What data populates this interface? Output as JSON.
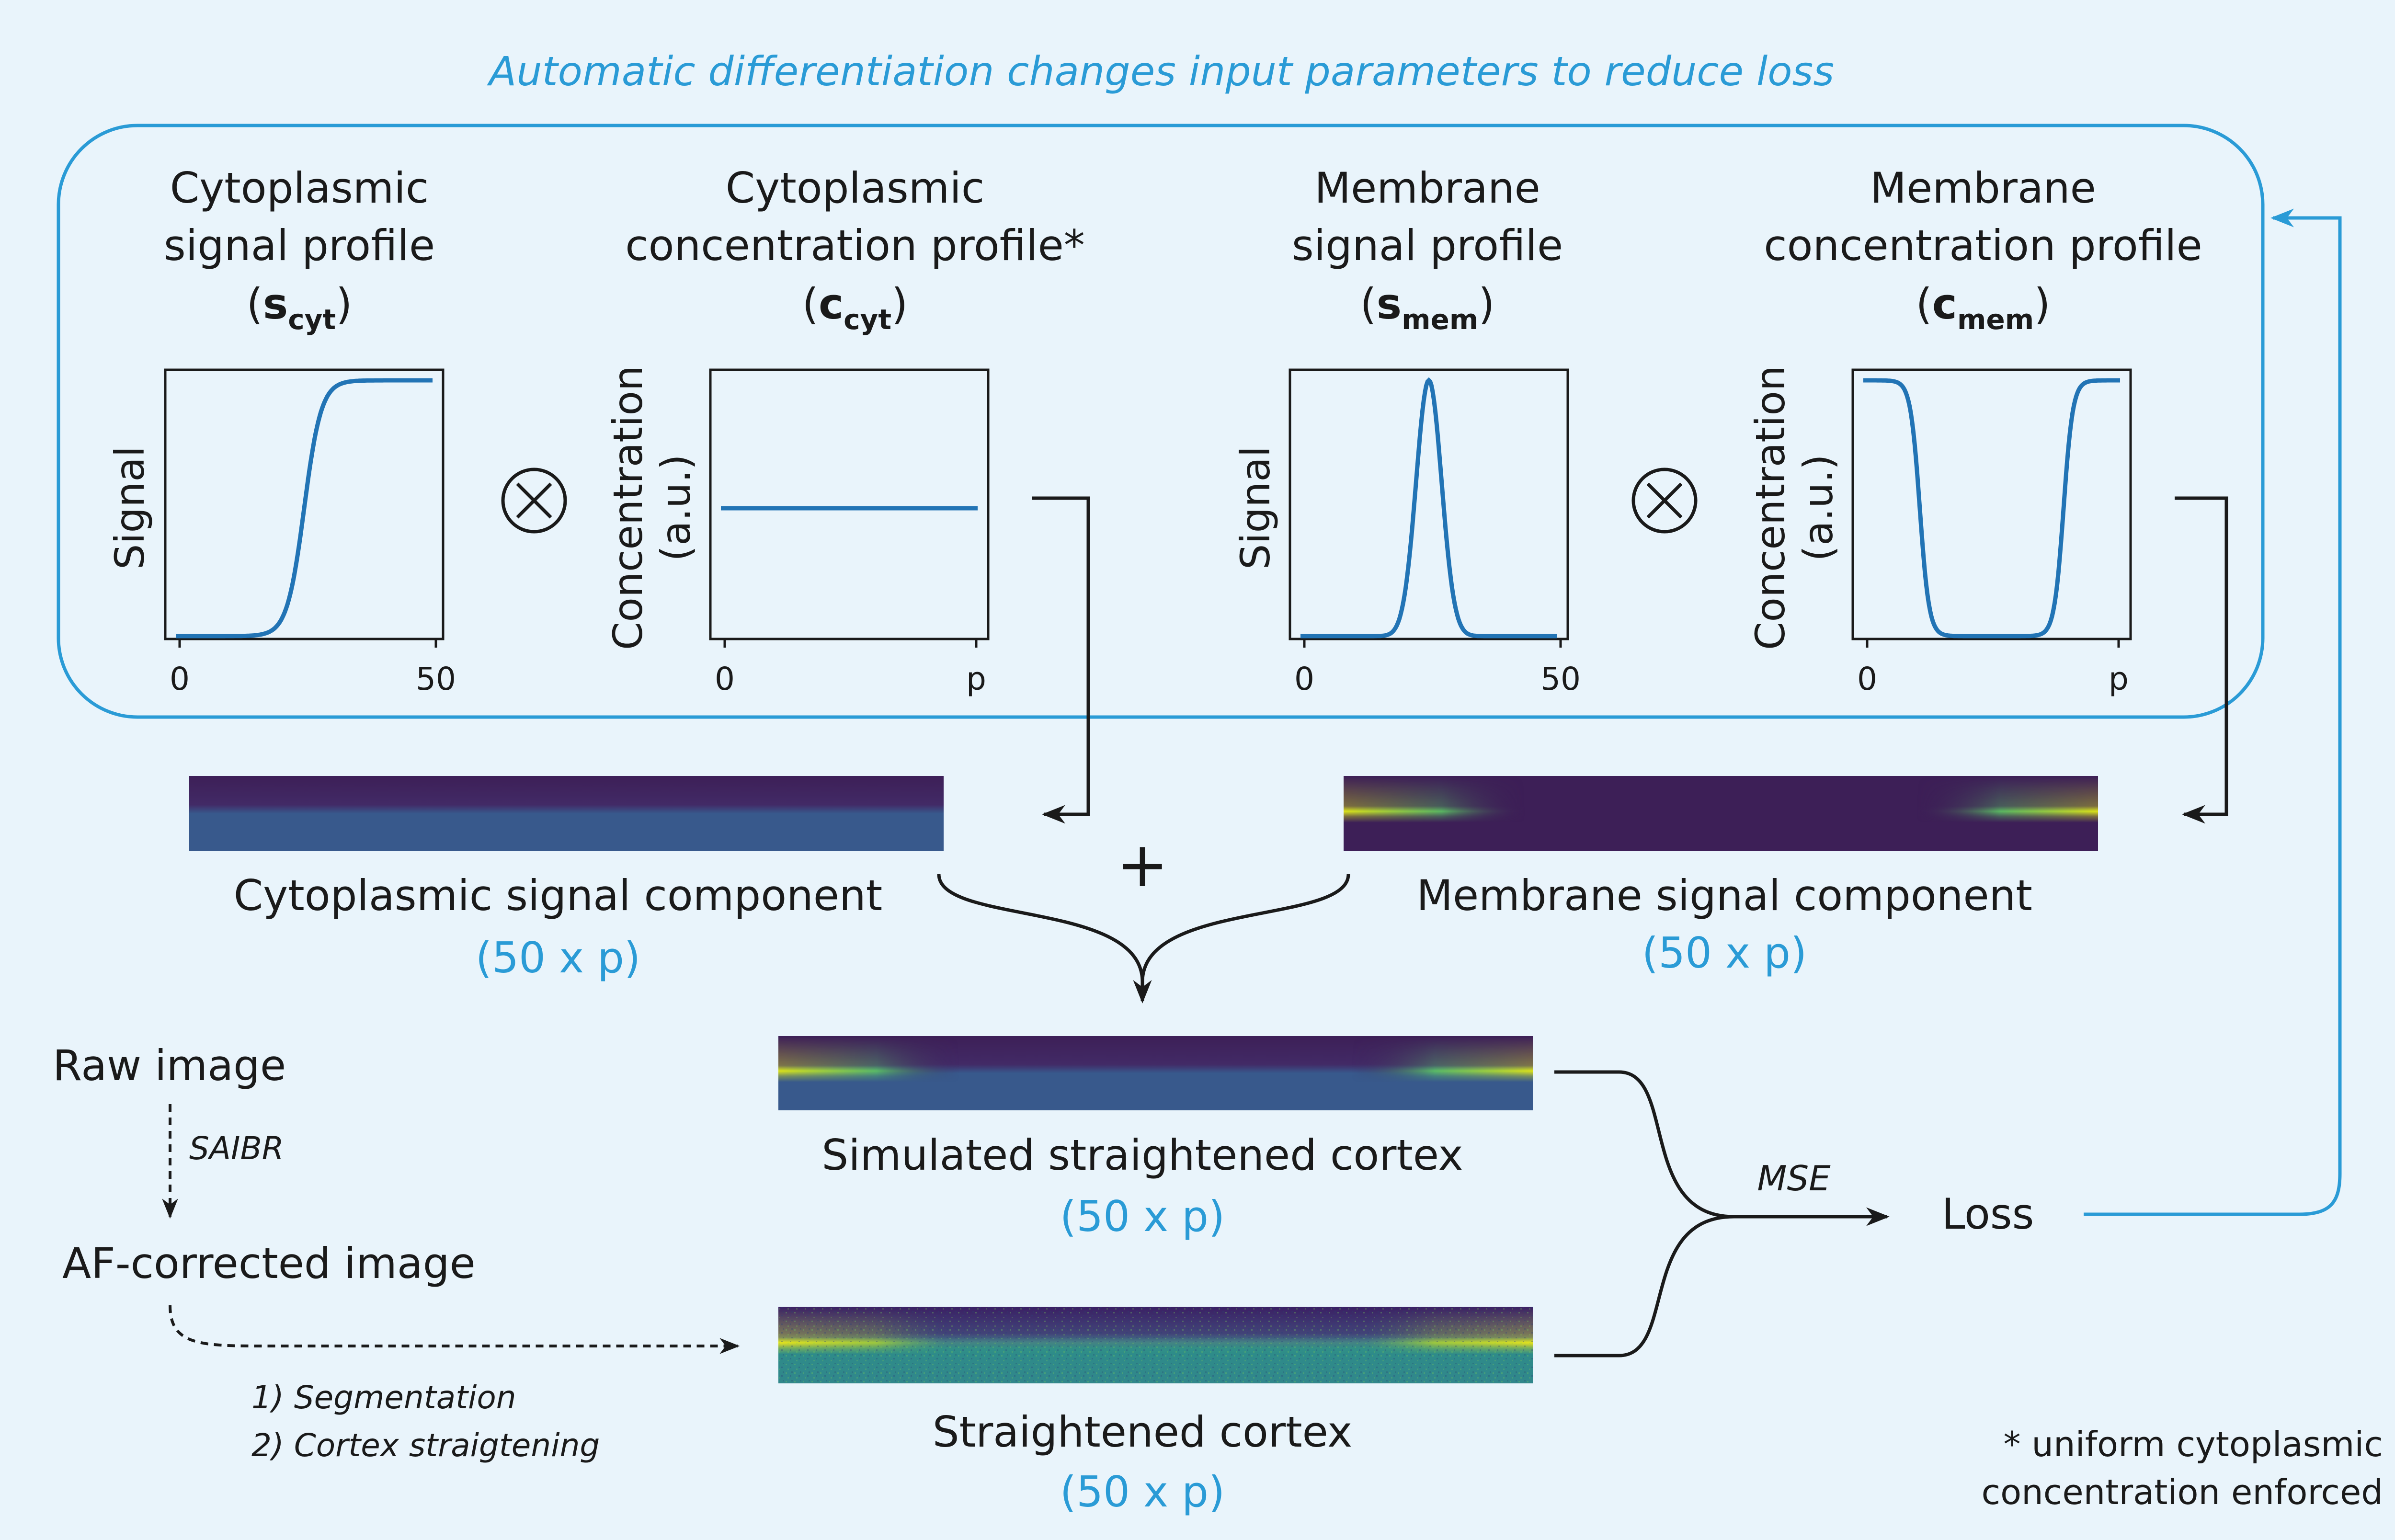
{
  "colors": {
    "background": "#e9f4fb",
    "accent_blue": "#2a9bd6",
    "plot_line": "#2274b5",
    "text": "#1a1a1a",
    "viridis_dark": "#3d1f57",
    "viridis_mid": "#38598c",
    "viridis_bright": "#dde319"
  },
  "header": {
    "title": "Automatic differentiation changes input parameters to reduce loss"
  },
  "panels": [
    {
      "title_line1": "Cytoplasmic",
      "title_line2": "signal profile",
      "symbol": "s",
      "subscript": "cyt",
      "ylabel": "Signal",
      "ylabel2": "",
      "x_min_label": "0",
      "x_max_label": "50",
      "curve": "sigmoid-rise"
    },
    {
      "title_line1": "Cytoplasmic",
      "title_line2": "concentration profile*",
      "symbol": "c",
      "subscript": "cyt",
      "ylabel": "Concentration",
      "ylabel2": "(a.u.)",
      "x_min_label": "0",
      "x_max_label": "p",
      "curve": "flat"
    },
    {
      "title_line1": "Membrane",
      "title_line2": "signal profile",
      "symbol": "s",
      "subscript": "mem",
      "ylabel": "Signal",
      "ylabel2": "",
      "x_min_label": "0",
      "x_max_label": "50",
      "curve": "gaussian-peak"
    },
    {
      "title_line1": "Membrane",
      "title_line2": "concentration profile",
      "symbol": "c",
      "subscript": "mem",
      "ylabel": "Concentration",
      "ylabel2": "(a.u.)",
      "x_min_label": "0",
      "x_max_label": "p",
      "curve": "well"
    }
  ],
  "operators": {
    "multiply": "⊗",
    "add": "+"
  },
  "components": {
    "cytoplasmic": {
      "label": "Cytoplasmic signal component",
      "size": "(50 x p)"
    },
    "membrane": {
      "label": "Membrane signal component",
      "size": "(50 x p)"
    },
    "simulated": {
      "label": "Simulated straightened cortex",
      "size": "(50 x p)"
    },
    "straightened": {
      "label": "Straightened cortex",
      "size": "(50 x p)"
    }
  },
  "pipeline": {
    "raw_image": "Raw image",
    "saibr": "SAIBR",
    "af_corrected": "AF-corrected image",
    "step1": "1) Segmentation",
    "step2": "2) Cortex straigtening"
  },
  "loss": {
    "mse": "MSE",
    "label": "Loss"
  },
  "footnote": {
    "line1": "* uniform cytoplasmic",
    "line2": "concentration enforced"
  }
}
